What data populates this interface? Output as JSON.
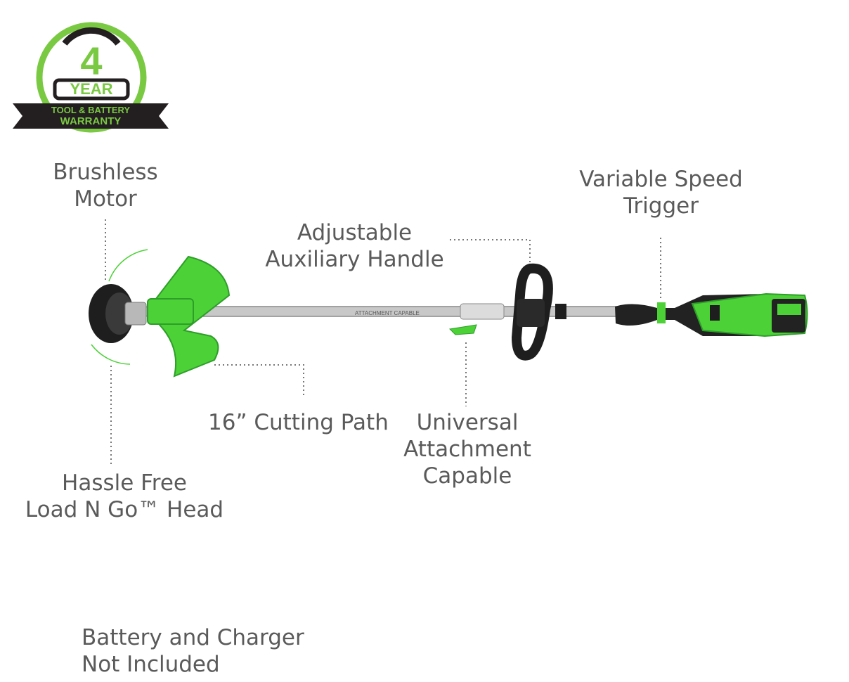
{
  "badge": {
    "number": "4",
    "year": "YEAR",
    "line1": "TOOL & BATTERY",
    "line2": "WARRANTY",
    "green": "#7ac943",
    "dark": "#231f20"
  },
  "callouts": {
    "brushless_motor": [
      "Brushless",
      "Motor"
    ],
    "auxiliary_handle": [
      "Adjustable",
      "Auxiliary Handle"
    ],
    "speed_trigger": [
      "Variable Speed",
      "Trigger"
    ],
    "cutting_path": [
      "16” Cutting Path"
    ],
    "universal_attachment": [
      "Universal",
      "Attachment",
      "Capable"
    ],
    "load_n_go": [
      "Hassle Free",
      "Load N Go™ Head"
    ],
    "battery_note": [
      "Battery and Charger",
      "Not Included"
    ]
  },
  "tool": {
    "shaft_text": "ATTACHMENT CAPABLE",
    "accent": "#4cd137",
    "text_color": "#5a5a5a"
  }
}
